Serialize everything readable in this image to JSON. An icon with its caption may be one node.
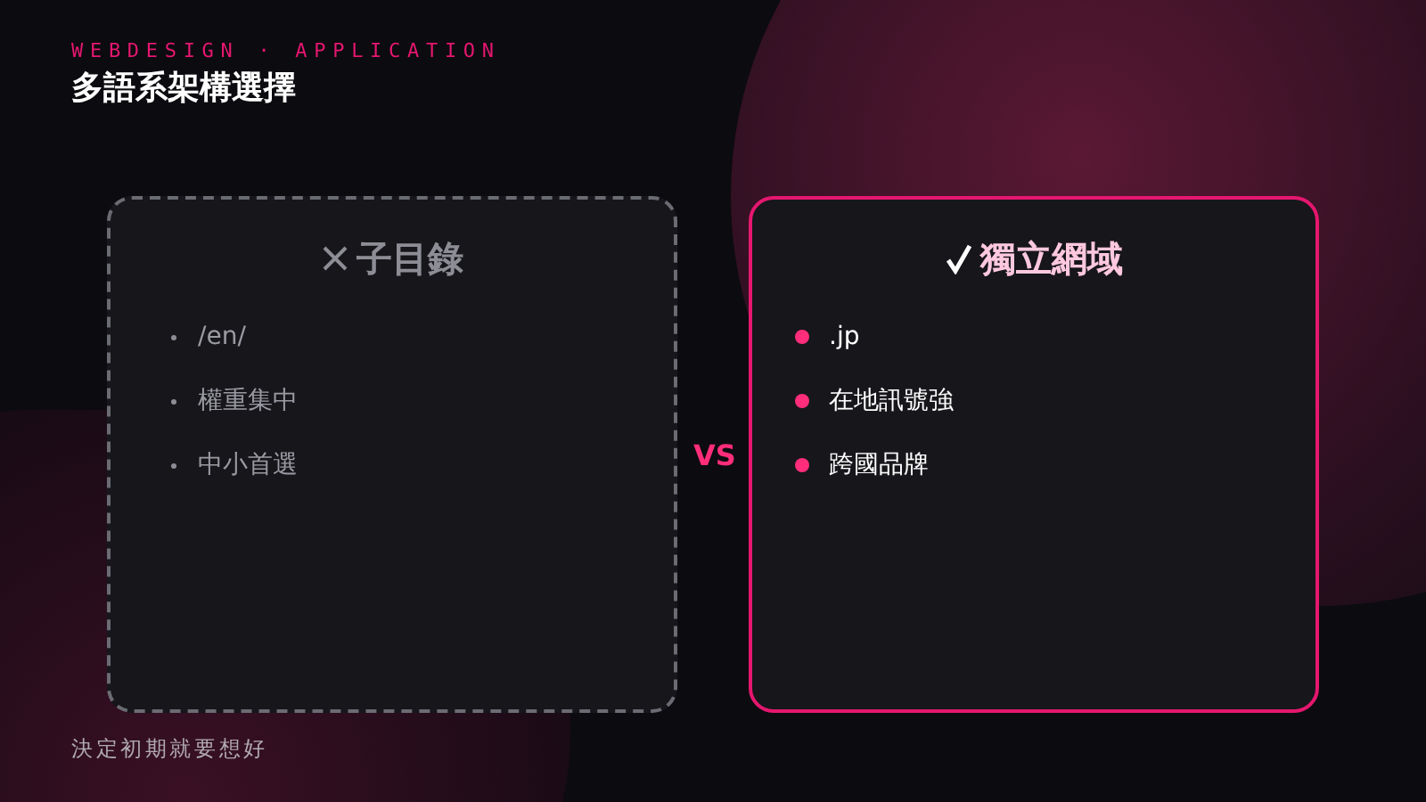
{
  "diagram": {
    "title": "多語系架構選擇",
    "nodes": [
      {
        "text": [
          "子目錄",
          "/en/",
          "權重集中",
          "中小首選"
        ]
      },
      {
        "text": [
          "獨立網域",
          ".jp",
          "在地訊號強",
          "跨國品牌"
        ]
      }
    ],
    "edges": [],
    "labels": [
      "WEBDESIGN · APPLICATION",
      "VS",
      "決定初期就要想好"
    ]
  }
}
